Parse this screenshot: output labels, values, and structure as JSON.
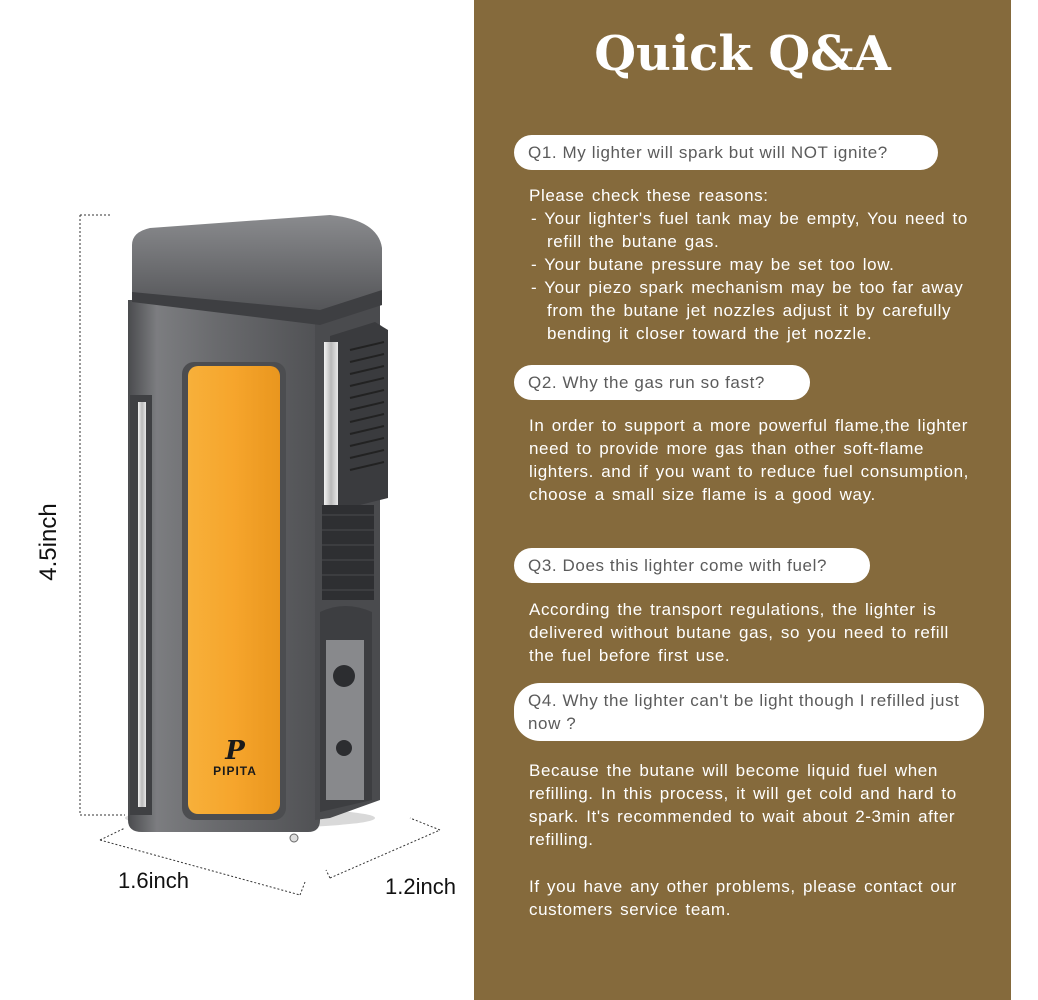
{
  "dimensions": {
    "height_label": "4.5inch",
    "width_label": "1.6inch",
    "depth_label": "1.2inch"
  },
  "product": {
    "brand": "PIPITA",
    "logo_letter": "P"
  },
  "qa": {
    "title": "Quick Q&A",
    "items": [
      {
        "question": "Q1. My lighter will spark but will NOT ignite?",
        "answer_intro": "Please check these reasons:",
        "bullets": [
          "- Your lighter's fuel tank may be empty, You need to refill the butane gas.",
          "- Your butane pressure may be set too low.",
          "- Your piezo spark mechanism may be too far away from the butane jet nozzles adjust it by carefully bending it closer toward the jet nozzle."
        ]
      },
      {
        "question": "Q2. Why the gas run so fast?",
        "answer": "In order to support a more powerful flame,the lighter need to provide more gas than other soft-flame lighters. and if you want to reduce fuel consumption, choose a small size flame is a good way."
      },
      {
        "question": "Q3. Does this lighter come with fuel?",
        "answer": "According the transport regulations, the lighter is delivered without butane gas, so you need to refill the fuel before first use."
      },
      {
        "question": "Q4. Why the lighter can't be light though I refilled just now ?",
        "answer": "Because the butane will become liquid fuel when refilling. In this process, it will get cold and hard to spark. It's recommended to wait about 2-3min after refilling."
      }
    ],
    "closing": "If you have any other problems, please contact our customers service team."
  },
  "colors": {
    "panel_background": "#856a3c",
    "accent_orange": "#f5a12a",
    "lighter_body": "#5f6063"
  }
}
